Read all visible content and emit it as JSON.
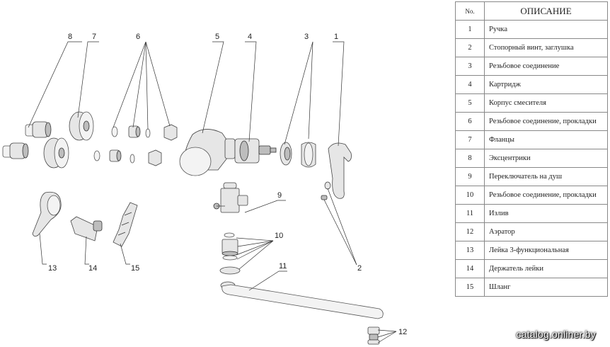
{
  "table": {
    "header_num": "No.",
    "header_desc": "ОПИСАНИЕ",
    "rows": [
      {
        "num": "1",
        "desc": "Ручка"
      },
      {
        "num": "2",
        "desc": "Стопорный винт, заглушка"
      },
      {
        "num": "3",
        "desc": "Резьбовое соединение"
      },
      {
        "num": "4",
        "desc": "Картридж"
      },
      {
        "num": "5",
        "desc": "Корпус смесителя"
      },
      {
        "num": "6",
        "desc": "Резьбовое соединение, прокладки"
      },
      {
        "num": "7",
        "desc": "Фланцы"
      },
      {
        "num": "8",
        "desc": "Эксцентрики"
      },
      {
        "num": "9",
        "desc": "Переключатель на душ"
      },
      {
        "num": "10",
        "desc": "Резьбовое соединение, прокладки"
      },
      {
        "num": "11",
        "desc": "Излив"
      },
      {
        "num": "12",
        "desc": "Аэратор"
      },
      {
        "num": "13",
        "desc": "Лейка 3-функциональная"
      },
      {
        "num": "14",
        "desc": "Держатель лейки"
      },
      {
        "num": "15",
        "desc": "Шланг"
      }
    ]
  },
  "callouts": {
    "c1": "1",
    "c2": "2",
    "c3": "3",
    "c4": "4",
    "c5": "5",
    "c6": "6",
    "c7": "7",
    "c8": "8",
    "c9": "9",
    "c10": "10",
    "c11": "11",
    "c12": "12",
    "c13": "13",
    "c14": "14",
    "c15": "15"
  },
  "watermark": "catalog.onliner.by"
}
